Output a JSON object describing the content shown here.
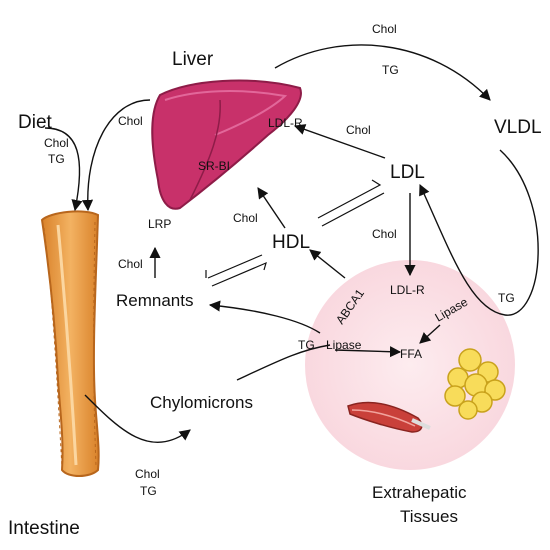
{
  "organs": {
    "liver": "Liver",
    "intestine": "Intestine",
    "tissues_line1": "Extrahepatic",
    "tissues_line2": "Tissues"
  },
  "particles": {
    "vldl": "VLDL",
    "ldl": "LDL",
    "hdl": "HDL",
    "remnants": "Remnants",
    "chylomicrons": "Chylomicrons",
    "diet": "Diet"
  },
  "receptors": {
    "ldlr_liver": "LDL-R",
    "srbi": "SR-BI",
    "lrp": "LRP",
    "ldlr_tissue": "LDL-R",
    "abca1": "ABCA1",
    "ffa": "FFA"
  },
  "edge_labels": {
    "chol": "Chol",
    "tg": "TG",
    "lipase": "Lipase"
  },
  "colors": {
    "liver": "#c8316a",
    "liver_dark": "#8e1c48",
    "intestine": "#e69a3c",
    "intestine_dark": "#b8661c",
    "tissue_bg": "#fce4ea",
    "fat": "#f8dc5a",
    "muscle": "#c9403a"
  }
}
